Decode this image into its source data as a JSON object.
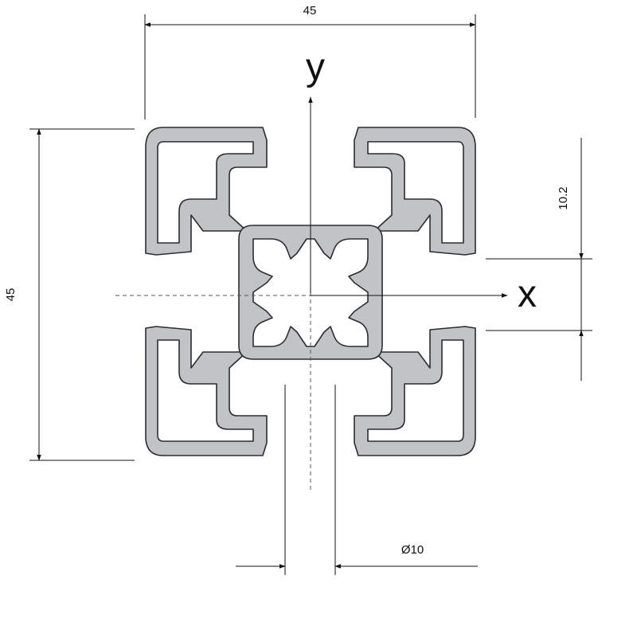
{
  "dimensions": {
    "width": "45",
    "height": "45",
    "slot_offset": "10.2",
    "bore": "Ø10"
  },
  "axes": {
    "x_label": "x",
    "y_label": "y"
  },
  "colors": {
    "profile_fill": "#c2c3c4",
    "profile_outline": "#2b2d33",
    "lines": "#111111"
  }
}
